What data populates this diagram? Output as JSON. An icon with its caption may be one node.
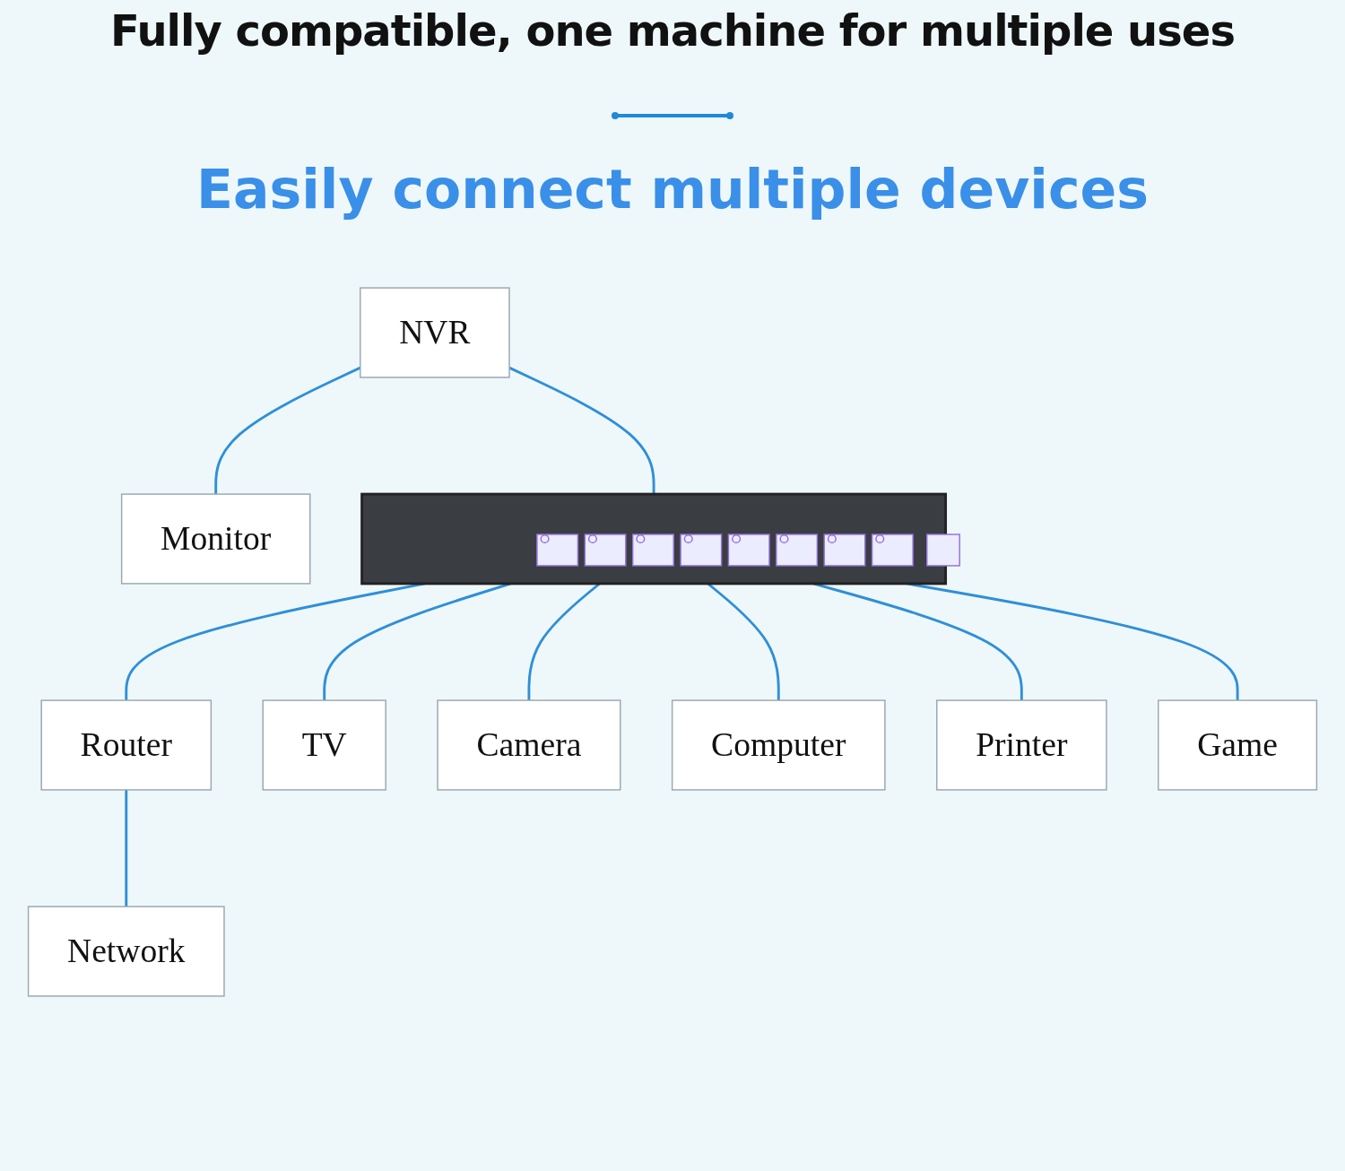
{
  "diagram": {
    "title": "Fully compatible, one machine for multiple uses",
    "nodes": [
      {
        "text": [
          "NVR"
        ]
      },
      {
        "text": [
          "Monitor"
        ]
      },
      {
        "text": [],
        "shape": "picture"
      },
      {
        "text": [
          "Router"
        ]
      },
      {
        "text": [
          "Network"
        ]
      },
      {
        "text": [
          "TV"
        ]
      },
      {
        "text": [
          "Camera"
        ]
      },
      {
        "text": [
          "Computer"
        ]
      },
      {
        "text": [
          "Printer"
        ]
      },
      {
        "text": [
          "Game"
        ]
      }
    ],
    "edges": [
      {
        "from": 0,
        "to": 1,
        "arrow": "none"
      },
      {
        "from": 0,
        "to": 2,
        "arrow": "none"
      },
      {
        "from": 2,
        "to": 3,
        "arrow": "none"
      },
      {
        "from": 3,
        "to": 4,
        "arrow": "none"
      },
      {
        "from": 2,
        "to": 5,
        "arrow": "none"
      },
      {
        "from": 2,
        "to": 6,
        "arrow": "none"
      },
      {
        "from": 2,
        "to": 7,
        "arrow": "none"
      },
      {
        "from": 2,
        "to": 8,
        "arrow": "none"
      },
      {
        "from": 2,
        "to": 9,
        "arrow": "none"
      }
    ],
    "labels": [
      "Easily connect multiple devices"
    ]
  }
}
